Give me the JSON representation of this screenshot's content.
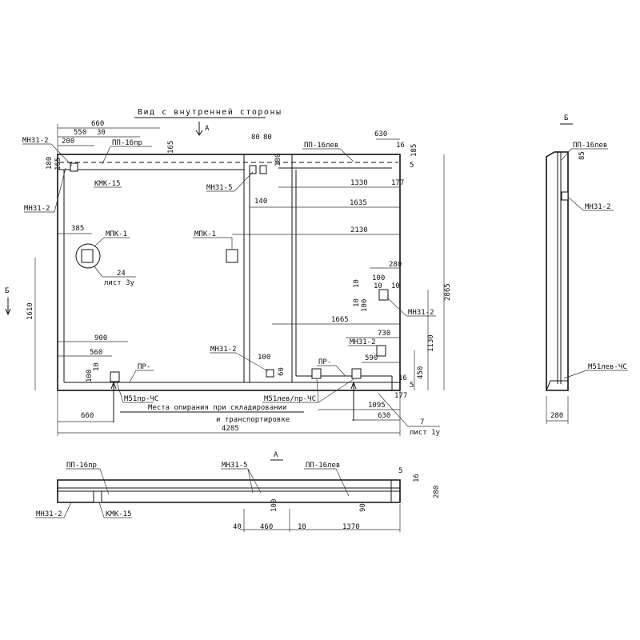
{
  "main_view": {
    "title": "Вид с внутренней стороны",
    "view_arrow_label": "А",
    "section_arrow_label": "Б",
    "dims": [
      "660",
      "550",
      "30",
      "200",
      "165",
      "180",
      "165",
      "80",
      "80",
      "180",
      "140",
      "630",
      "16",
      "185",
      "5",
      "1330",
      "177",
      "1635",
      "2130",
      "385",
      "1610",
      "280",
      "100",
      "10",
      "10",
      "10",
      "100",
      "10",
      "2865",
      "1665",
      "730",
      "1130",
      "590",
      "450",
      "16",
      "5",
      "900",
      "560",
      "10",
      "100",
      "100",
      "60",
      "177",
      "1095",
      "660",
      "630",
      "4285"
    ],
    "callouts": [
      "МН31-2",
      "ПП-16пр",
      "КМК-15",
      "МН31-2",
      "МН31-5",
      "ПП-16лев",
      "МПК-1",
      "МПК-1",
      "24",
      "лист 3у",
      "МН31-2",
      "МН31-2",
      "МН31-2",
      "ПР-",
      "ПР-",
      "М51пр-ЧС",
      "М51лев/пр-ЧС",
      "7",
      "лист 1у"
    ],
    "support_note": [
      "Места опирания при складировании",
      "и транспортировке"
    ]
  },
  "section_b": {
    "title": "Б",
    "callouts": [
      "ПП-16лев",
      "МН31-2",
      "М51лев-ЧС"
    ],
    "dims": [
      "85",
      "280"
    ]
  },
  "view_a": {
    "title": "А",
    "callouts": [
      "ПП-16пр",
      "МН31-5",
      "ПП-16лев",
      "МН31-2",
      "КМК-15"
    ],
    "dims": [
      "5",
      "16",
      "280",
      "100",
      "90",
      "40",
      "460",
      "10",
      "1370"
    ]
  }
}
